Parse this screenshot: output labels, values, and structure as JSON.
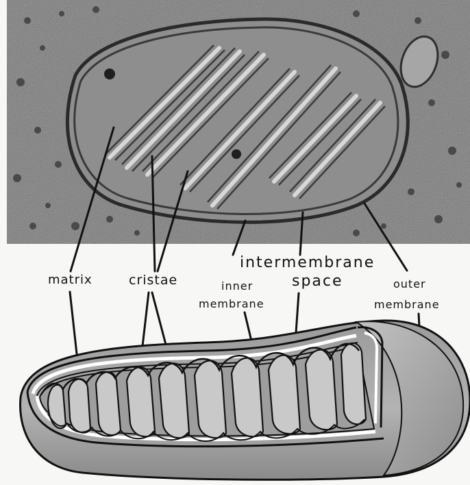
{
  "figure": {
    "subject": "mitochondrion micrograph and cutaway illustration",
    "colors": {
      "background": "#f7f7f5",
      "micrograph": "#8f8f8f",
      "organelle_body": "#a9a9a9",
      "line": "#111111",
      "membrane_fill": "#c4c4c4"
    }
  },
  "labels": {
    "matrix": "matrix",
    "cristae": "cristae",
    "intermembrane_space_line1": "intermembrane",
    "intermembrane_space_line2": "space",
    "inner_membrane_line1": "inner",
    "inner_membrane_line2": "membrane",
    "outer_membrane_line1": "outer",
    "outer_membrane_line2": "membrane"
  }
}
